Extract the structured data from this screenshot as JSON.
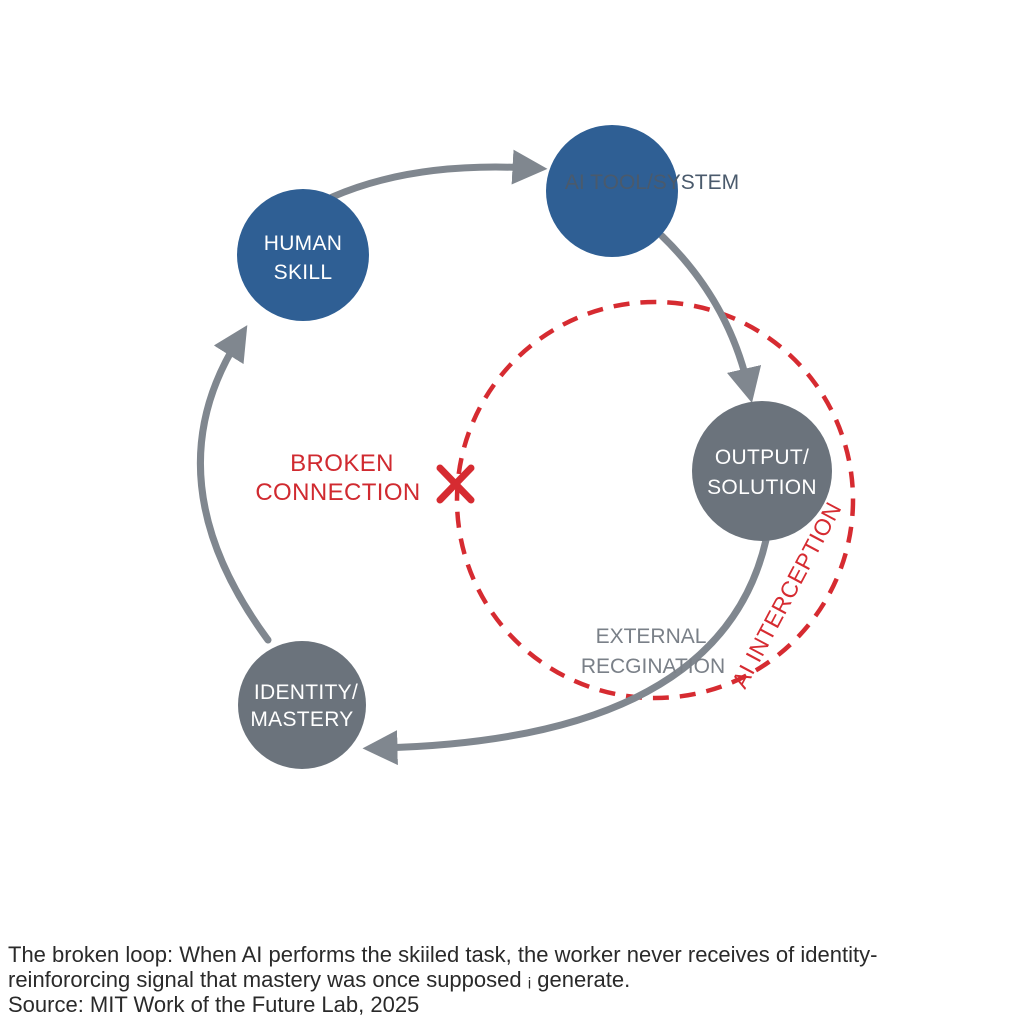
{
  "diagram": {
    "nodes": {
      "human_skill": [
        "HUMAN",
        "SKILL"
      ],
      "ai_tool": "AI TOOL/SYSTEM",
      "output": [
        "OUTPUT/",
        "SOLUTION"
      ],
      "identity": [
        "IDENTITY/",
        "MASTERY"
      ]
    },
    "broken_connection": [
      "BROKEN",
      "CONNECTION"
    ],
    "external_recognition": [
      "EXTERNAL",
      "RECGINATION"
    ],
    "ai_interception": "AI INTERCEPTION",
    "colors": {
      "primary_node": "#2f5f94",
      "secondary_node": "#6b737c",
      "arrow": "#80878f",
      "interception": "#d62b31"
    }
  },
  "caption": {
    "line1": "The broken loop: When AI performs the skiiled task, the worker never receives of identity-",
    "line2": "reinfororcing signal that  mastery was once supposed ᵢ generate.",
    "source": "Source: MIT Work of the Future Lab, 2025"
  }
}
